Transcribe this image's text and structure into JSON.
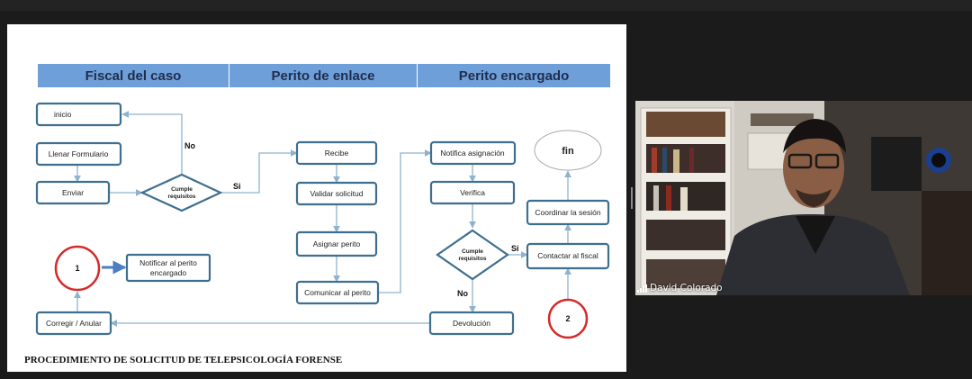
{
  "slide": {
    "title": "PROCEDIMIENTO DE SOLICITUD DE TELEPSICOLOGÍA FORENSE",
    "lanes": [
      "Fiscal del caso",
      "Perito de enlace",
      "Perito encargado"
    ],
    "nodes": {
      "inicio": "inicio",
      "llenar": "Llenar Formulario",
      "enviar": "Enviar",
      "cumple1_a": "Cumple",
      "cumple1_b": "requisitos",
      "notificar_a": "Notificar al perito",
      "notificar_b": "encargado",
      "corregir": "Corregir / Anular",
      "recibe": "Recibe",
      "validar": "Validar solicitud",
      "asignar": "Asignar perito",
      "comunicar": "Comunicar al perito",
      "notifica_asig": "Notifica asignación",
      "verifica": "Verifica",
      "cumple2_a": "Cumple",
      "cumple2_b": "requisitos",
      "devolucion": "Devolución",
      "fin": "fin",
      "coordinar": "Coordinar la sesión",
      "contactar": "Contactar al fiscal",
      "circle1": "1",
      "circle2": "2"
    },
    "edge_labels": {
      "no1": "No",
      "si1": "Si",
      "si2": "Si",
      "no2": "No"
    }
  },
  "participant": {
    "name": "David Colorado",
    "signal_icon": "signal-bars-icon"
  },
  "colors": {
    "lane_header": "#6f9fd8",
    "box_border": "#3f6f8f",
    "arrow": "#8fb3cf",
    "circle_red": "#d42a2a"
  }
}
